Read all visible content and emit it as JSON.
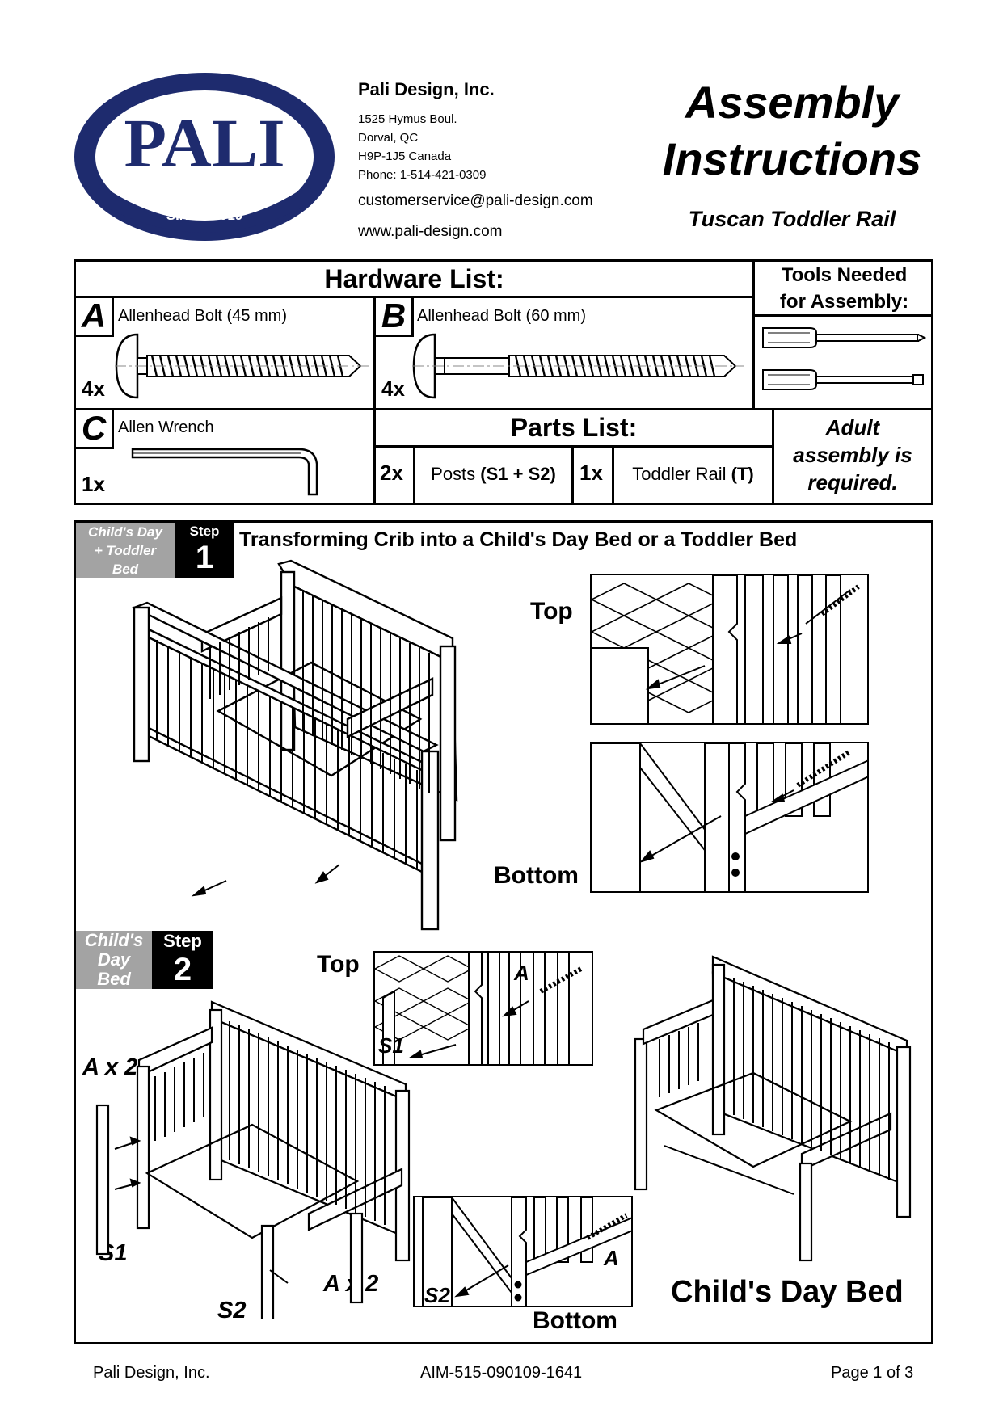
{
  "header": {
    "logo": {
      "text": "PALI",
      "since": "SINCE 1919",
      "color": "#1e2b6e"
    },
    "company": "Pali Design, Inc.",
    "address": [
      "1525 Hymus Boul.",
      "Dorval, QC",
      "H9P-1J5 Canada",
      "Phone:  1-514-421-0309"
    ],
    "email": "customerservice@pali-design.com",
    "website": "www.pali-design.com",
    "title_line1": "Assembly",
    "title_line2": "Instructions",
    "product": "Tuscan Toddler Rail"
  },
  "hardware": {
    "title": "Hardware List:",
    "items": [
      {
        "letter": "A",
        "name": "Allenhead Bolt (45 mm)",
        "qty": "4x",
        "icon": "short-bolt-icon"
      },
      {
        "letter": "B",
        "name": "Allenhead Bolt (60 mm)",
        "qty": "4x",
        "icon": "long-bolt-icon"
      },
      {
        "letter": "C",
        "name": "Allen Wrench",
        "qty": "1x",
        "icon": "allen-wrench-icon"
      }
    ]
  },
  "tools": {
    "line1": "Tools Needed",
    "line2": "for Assembly:",
    "icons": [
      "flathead-screwdriver-icon",
      "phillips-screwdriver-icon"
    ]
  },
  "parts": {
    "title": "Parts List:",
    "items": [
      {
        "qty": "2x",
        "name": "Posts",
        "code": "(S1 + S2)"
      },
      {
        "qty": "1x",
        "name": "Toddler Rail",
        "code": "(T)"
      }
    ]
  },
  "adult": {
    "line1": "Adult",
    "line2": "assembly is",
    "line3": "required."
  },
  "step1": {
    "badge_lines": [
      "Child's Day",
      "+ Toddler",
      "Bed"
    ],
    "step_label": "Step",
    "step_number": "1",
    "title": "Transforming Crib into a Child's Day Bed or a Toddler Bed",
    "label_top": "Top",
    "label_bottom": "Bottom"
  },
  "step2": {
    "badge_lines": [
      "Child's",
      "Day",
      "Bed"
    ],
    "step_label": "Step",
    "step_number": "2",
    "label_top": "Top",
    "label_bottom": "Bottom",
    "label_a_x2_top": "A x 2",
    "label_a_x2_bottom": "A x 2",
    "label_s1": "S1",
    "label_s2": "S2",
    "detail_a": "A",
    "detail_s1": "S1",
    "detail_s2": "S2",
    "result": "Child's Day Bed"
  },
  "footer": {
    "left": "Pali Design, Inc.",
    "center": "AIM-515-090109-1641",
    "right": "Page 1 of 3"
  }
}
